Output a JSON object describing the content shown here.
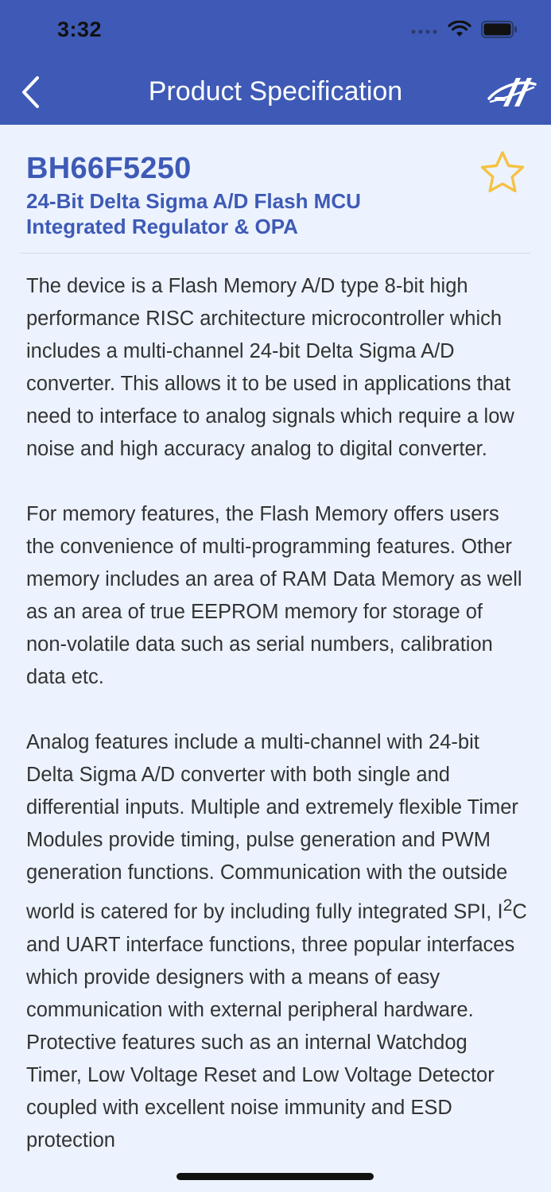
{
  "status_bar": {
    "time": "3:32",
    "icons": [
      "signal-dots-icon",
      "wifi-icon",
      "battery-icon"
    ]
  },
  "nav": {
    "title": "Product Specification",
    "back_icon": "chevron-left-icon",
    "logo_icon": "brand-logo-icon"
  },
  "product": {
    "code": "BH66F5250",
    "subtitle_line1": "24-Bit Delta Sigma A/D Flash MCU",
    "subtitle_line2": "Integrated Regulator & OPA",
    "favorite_icon": "star-outline-icon"
  },
  "description": {
    "p1": "The device is a Flash Memory A/D type 8-bit high performance RISC architecture microcontroller which includes a multi-channel 24-bit Delta Sigma A/D converter. This allows it to be used in applications that need to interface to analog signals which require a low noise and high accuracy analog to digital converter.",
    "p2": "For memory features, the Flash Memory offers users the convenience of multi-programming features. Other memory includes an area of RAM Data Memory as well as an area of true EEPROM memory for storage of non-volatile data such as serial numbers, calibration data etc.",
    "p3_part1": "Analog features include a multi-channel with 24-bit Delta Sigma A/D converter with both single and differential inputs. Multiple and extremely flexible Timer Modules provide timing, pulse generation and PWM generation functions. Communication with the outside world is catered for by including fully integrated SPI, I",
    "p3_sup": "2",
    "p3_part2": "C and UART interface functions, three popular interfaces which provide designers with a means of easy communication with external peripheral hardware. Protective features such as an internal Watchdog Timer, Low Voltage Reset and Low Voltage Detector coupled with excellent noise immunity and ESD protection"
  },
  "colors": {
    "header": "#3e5ab6",
    "background": "#ecf3ff",
    "accent": "#3e5ab6",
    "star": "#f5c242",
    "body_text": "#333333"
  }
}
